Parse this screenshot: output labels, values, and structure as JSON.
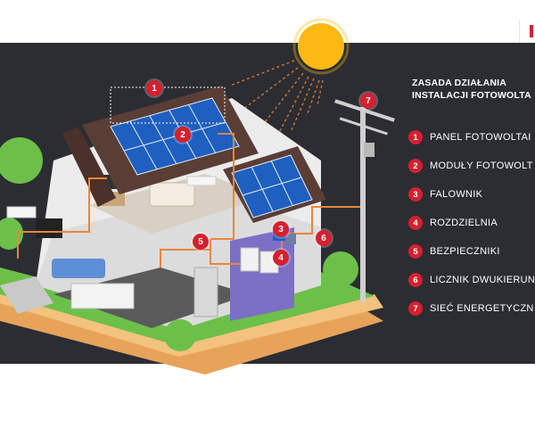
{
  "legend": {
    "title_line1": "ZASADA DZIAŁANIA",
    "title_line2": "INSTALACJI FOTOWOLTA",
    "items": [
      {
        "number": "1",
        "label": "PANEL FOTOWOLTAI"
      },
      {
        "number": "2",
        "label": "MODUŁY FOTOWOLT"
      },
      {
        "number": "3",
        "label": "FALOWNIK"
      },
      {
        "number": "4",
        "label": "ROZDZIELNIA"
      },
      {
        "number": "5",
        "label": "BEZPIECZNIKI"
      },
      {
        "number": "6",
        "label": "LICZNIK DWUKIERUN"
      },
      {
        "number": "7",
        "label": "SIEĆ ENERGETYCZN"
      }
    ]
  },
  "markers": {
    "m1": "1",
    "m2": "2",
    "m3": "3",
    "m4": "4",
    "m5": "5",
    "m6": "6",
    "m7": "7"
  },
  "colors": {
    "background": "#2b2d33",
    "accent": "#d5202f",
    "sun": "#fdb913",
    "solar_panel": "#1f5fbf",
    "roof": "#5a3e36",
    "grass": "#6cc04a",
    "ground": "#e8a35a",
    "wire": "#e8863a"
  }
}
